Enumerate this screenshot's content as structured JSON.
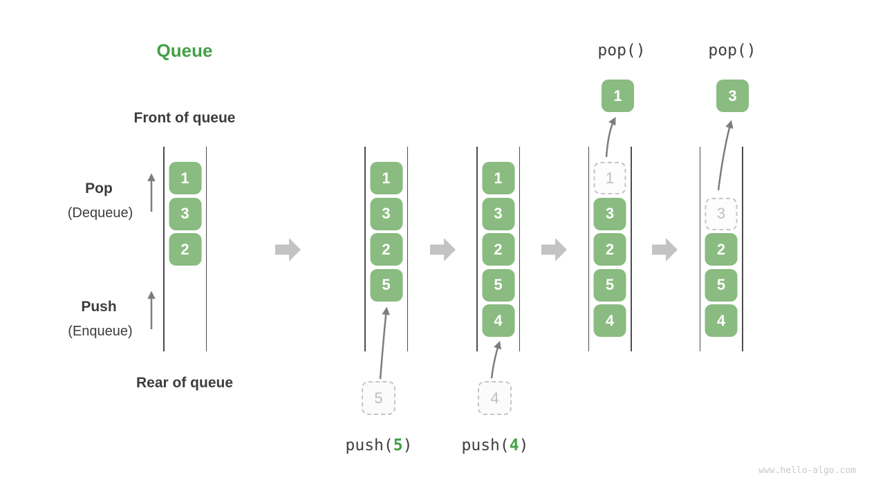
{
  "title": "Queue",
  "labels": {
    "front": "Front of queue",
    "rear": "Rear of queue",
    "pop": "Pop",
    "pop_sub": "(Dequeue)",
    "push": "Push",
    "push_sub": "(Enqueue)"
  },
  "pop_ops": [
    {
      "label": "pop()",
      "value": "1"
    },
    {
      "label": "pop()",
      "value": "3"
    }
  ],
  "push_ops": [
    {
      "prefix": "push(",
      "arg": "5",
      "suffix": ")"
    },
    {
      "prefix": "push(",
      "arg": "4",
      "suffix": ")"
    }
  ],
  "staged": [
    {
      "value": "5"
    },
    {
      "value": "4"
    }
  ],
  "columns": [
    {
      "id": "state-initial",
      "cells": [
        {
          "slot": 0,
          "value": "1",
          "kind": "filled"
        },
        {
          "slot": 1,
          "value": "3",
          "kind": "filled"
        },
        {
          "slot": 2,
          "value": "2",
          "kind": "filled"
        }
      ]
    },
    {
      "id": "state-after-push-5",
      "cells": [
        {
          "slot": 0,
          "value": "1",
          "kind": "filled"
        },
        {
          "slot": 1,
          "value": "3",
          "kind": "filled"
        },
        {
          "slot": 2,
          "value": "2",
          "kind": "filled"
        },
        {
          "slot": 3,
          "value": "5",
          "kind": "filled"
        }
      ]
    },
    {
      "id": "state-after-push-4",
      "cells": [
        {
          "slot": 0,
          "value": "1",
          "kind": "filled"
        },
        {
          "slot": 1,
          "value": "3",
          "kind": "filled"
        },
        {
          "slot": 2,
          "value": "2",
          "kind": "filled"
        },
        {
          "slot": 3,
          "value": "5",
          "kind": "filled"
        },
        {
          "slot": 4,
          "value": "4",
          "kind": "filled"
        }
      ]
    },
    {
      "id": "state-after-pop-1",
      "cells": [
        {
          "slot": 0,
          "value": "1",
          "kind": "dashed"
        },
        {
          "slot": 1,
          "value": "3",
          "kind": "filled"
        },
        {
          "slot": 2,
          "value": "2",
          "kind": "filled"
        },
        {
          "slot": 3,
          "value": "5",
          "kind": "filled"
        },
        {
          "slot": 4,
          "value": "4",
          "kind": "filled"
        }
      ]
    },
    {
      "id": "state-after-pop-3",
      "cells": [
        {
          "slot": 1,
          "value": "3",
          "kind": "dashed"
        },
        {
          "slot": 2,
          "value": "2",
          "kind": "filled"
        },
        {
          "slot": 3,
          "value": "5",
          "kind": "filled"
        },
        {
          "slot": 4,
          "value": "4",
          "kind": "filled"
        }
      ]
    }
  ],
  "watermark": "www.hello-algo.com",
  "colors": {
    "accent_green": "#43A047",
    "box_green": "#8ABB80",
    "dark_text": "#3C3C3C",
    "code_text": "#3F3F3F",
    "wall": "#4C4C4C",
    "block_arrow": "#C3C3C3",
    "thin_arrow": "#7D7D7D",
    "dashed_border": "#C6C6C6",
    "dashed_text": "#BDBDBD",
    "watermark": "#C9C9C9"
  }
}
